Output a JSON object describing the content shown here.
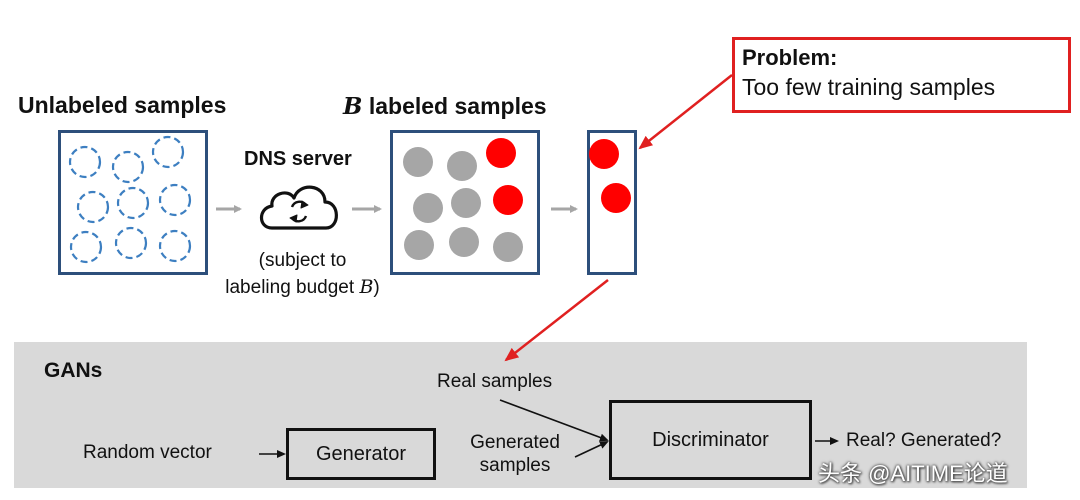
{
  "top": {
    "unlabeled_title": "Unlabeled samples",
    "labeled_title_var": "B",
    "labeled_title_rest": " labeled samples",
    "dns_title": "DNS server",
    "dns_note_line1": "(subject to",
    "dns_note_line2_text": "labeling budget ",
    "dns_note_line2_var": "B",
    "dns_note_line2_close": ")"
  },
  "problem": {
    "title": "Problem:",
    "text": "Too few training samples"
  },
  "gans": {
    "title": "GANs",
    "random_vector": "Random vector",
    "generator": "Generator",
    "generated_samples_line1": "Generated",
    "generated_samples_line2": "samples",
    "real_samples": "Real samples",
    "discriminator": "Discriminator",
    "output": "Real? Generated?"
  },
  "watermark": "头条 @AITIME论道",
  "colors": {
    "panel_border": "#2d4f7b",
    "dashed_circle": "#3d7fc1",
    "gray_circle": "#a6a6a6",
    "red": "#ff0000",
    "gans_bg": "#d9d9d9"
  },
  "icons": [
    "cloud-sync-icon"
  ]
}
